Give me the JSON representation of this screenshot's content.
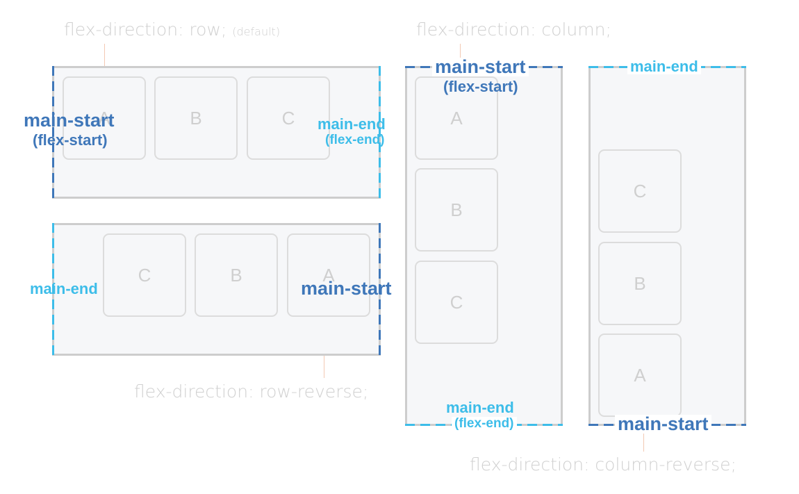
{
  "captions": {
    "row": "flex-direction: row;",
    "row_default": "(default)",
    "column": "flex-direction: column;",
    "row_reverse": "flex-direction: row-reverse;",
    "column_reverse": "flex-direction: column-reverse;"
  },
  "labels": {
    "main_start": "main-start",
    "main_end": "main-end",
    "flex_start": "(flex-start)",
    "flex_end": "(flex-end)"
  },
  "items": {
    "a": "A",
    "b": "B",
    "c": "C"
  },
  "colors": {
    "main_start": "#3f77b9",
    "main_end": "#3dbde9",
    "caption": "#d0d0d0",
    "container_border": "#cdcdcd",
    "container_fill": "#f6f7f9"
  }
}
